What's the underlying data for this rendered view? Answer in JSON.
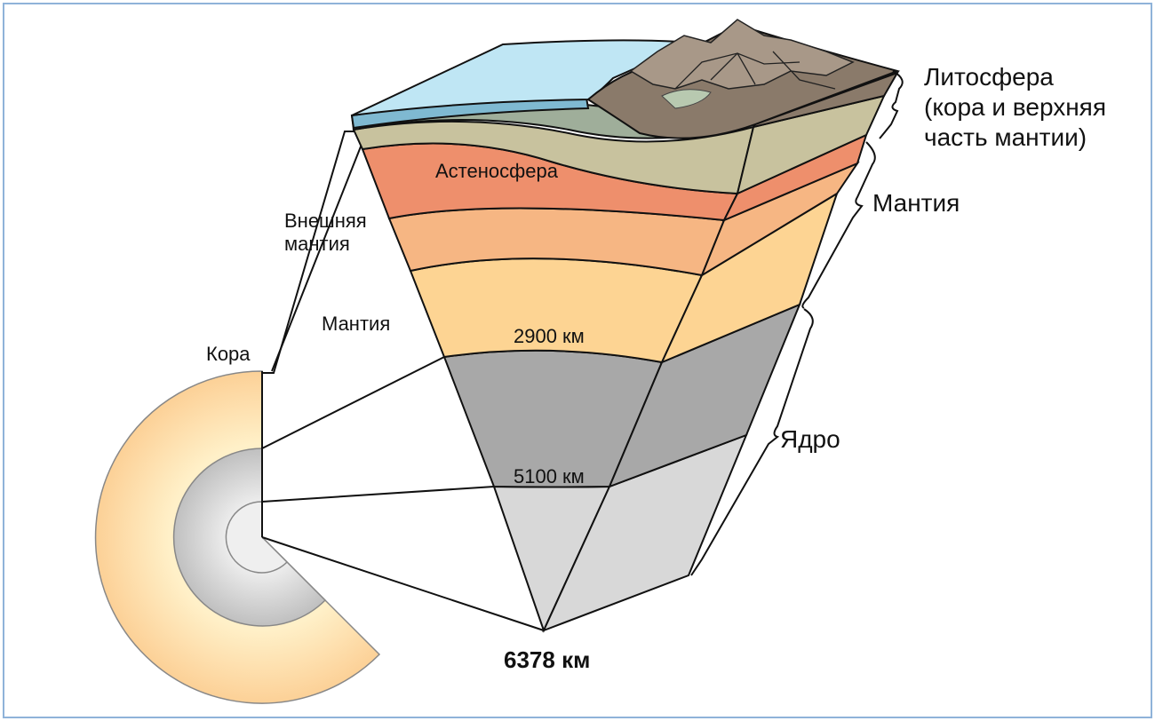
{
  "labels": {
    "crust": "Кора",
    "outer_mantle_line1": "Внешняя",
    "outer_mantle_line2": "мантия",
    "mantle_left": "Мантия",
    "asthenosphere": "Астеносфера",
    "depth_2900": "2900 км",
    "depth_5100": "5100 км",
    "depth_6378": "6378 км",
    "lithosphere_line1": "Литосфера",
    "lithosphere_line2": "(кора и верхняя",
    "lithosphere_line3": "часть мантии)",
    "mantle_right": "Мантия",
    "core": "Ядро"
  },
  "colors": {
    "ocean": "#bfe6f4",
    "ocean_edge": "#7fb9d1",
    "land": "#8a7a6a",
    "lithosphere": "#c6c09c",
    "asthenosphere": "#ee8f6c",
    "upper_mantle": "#f6b683",
    "lower_mantle": "#fdd493",
    "outer_core": "#a6a6a6",
    "inner_core": "#d6d6d6",
    "globe_outer": "#f8a860",
    "globe_core": "#c8c8c8",
    "frame_border": "#8fb3d9"
  }
}
